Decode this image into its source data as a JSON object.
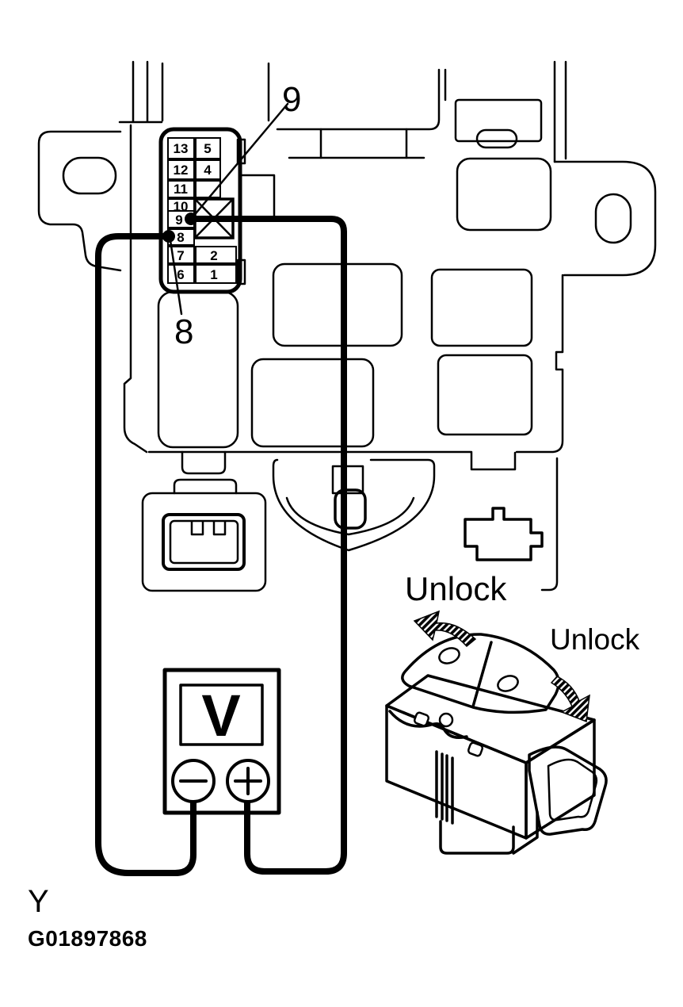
{
  "diagram": {
    "panel_letter": "Y",
    "figure_code": "G01897868",
    "callouts": {
      "nine": "9",
      "eight": "8"
    },
    "labels": {
      "unlock_top": "Unlock",
      "unlock_right": "Unlock"
    },
    "voltmeter": {
      "display_letter": "V",
      "minus_symbol": "−",
      "plus_symbol": "+"
    },
    "connector": {
      "left_pins": [
        "13",
        "12",
        "11",
        "10",
        "9",
        "8",
        "7",
        "6"
      ],
      "right_pins": [
        "5",
        "4",
        "2",
        "1"
      ]
    },
    "colors": {
      "ink": "#000000",
      "paper": "#ffffff"
    }
  }
}
